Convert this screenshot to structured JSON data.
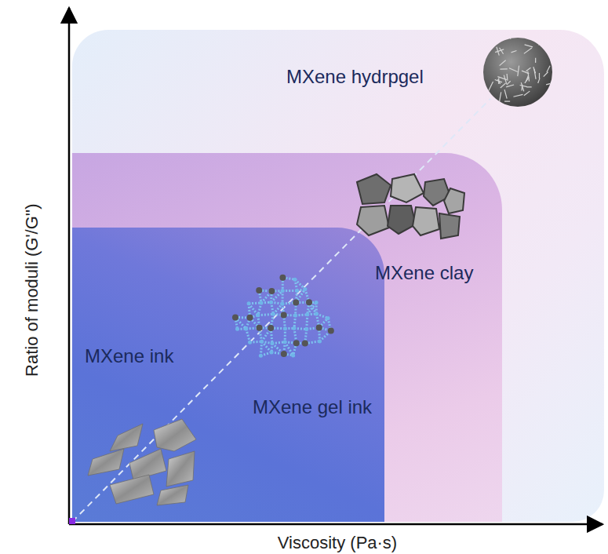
{
  "diagram": {
    "nodes": [
      {
        "text": [
          "MXene hydrpgel"
        ]
      },
      {
        "text": [
          "MXene clay"
        ],
        "in": 0
      },
      {
        "text": [
          "MXene ink",
          "MXene gel ink"
        ],
        "in": 1
      }
    ],
    "labels": [
      "Ratio of moduli (G'/G'')",
      "Viscosity (Pa·s)"
    ]
  }
}
